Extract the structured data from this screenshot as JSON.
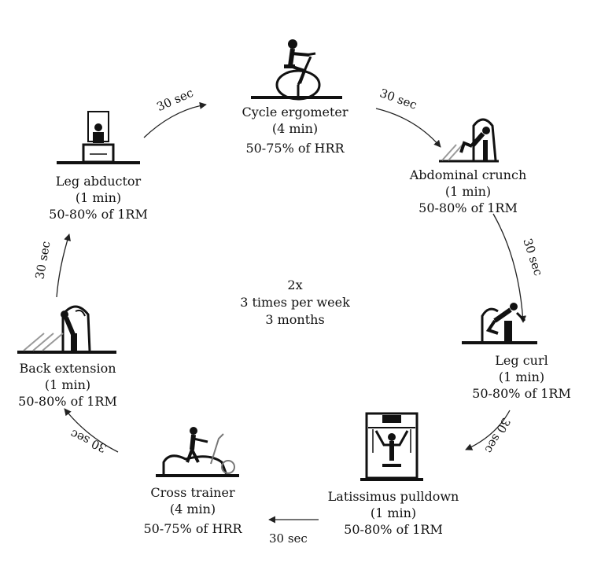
{
  "stations": [
    {
      "name": "Cycle ergometer",
      "duration": "(4 min)",
      "intensity": "50-75% of HRR"
    },
    {
      "name": "Abdominal crunch",
      "duration": "(1 min)",
      "intensity": "50-80% of 1RM"
    },
    {
      "name": "Leg curl",
      "duration": "(1 min)",
      "intensity": "50-80% of 1RM"
    },
    {
      "name": "Latissimus pulldown",
      "duration": "(1 min)",
      "intensity": "50-80% of 1RM"
    },
    {
      "name": "Cross trainer",
      "duration": "(4 min)",
      "intensity": "50-75% of HRR"
    },
    {
      "name": "Back extension",
      "duration": "(1 min)",
      "intensity": "50-80% of 1RM"
    },
    {
      "name": "Leg abductor",
      "duration": "(1 min)",
      "intensity": "50-80% of 1RM"
    }
  ],
  "rest_label": "30 sec",
  "center": {
    "repeats": "2x",
    "frequency": "3 times per week",
    "duration": "3 months"
  }
}
